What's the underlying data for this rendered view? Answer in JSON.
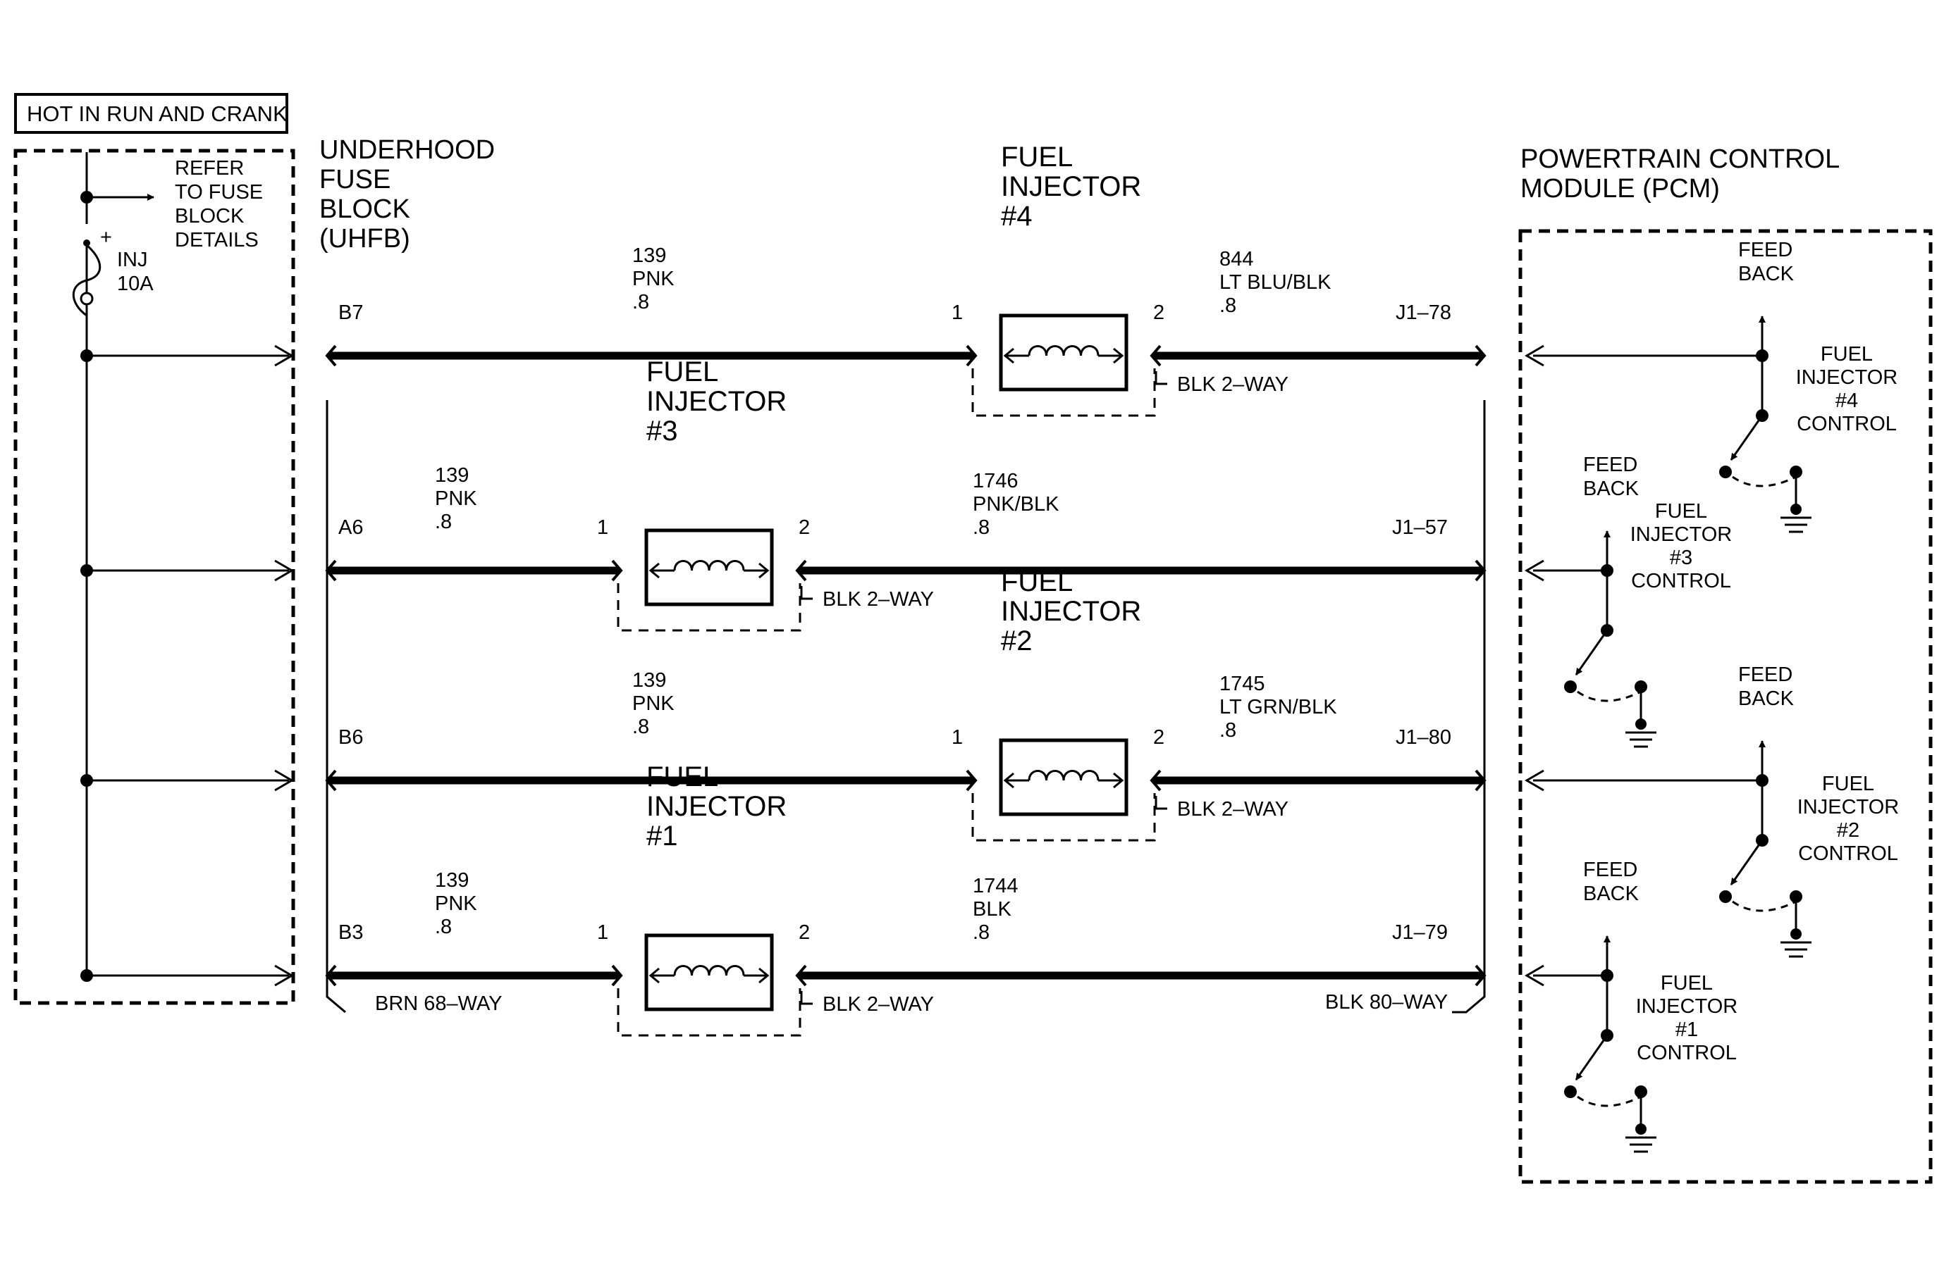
{
  "power_label": "HOT IN RUN AND CRANK",
  "fuse": {
    "refer_lines": [
      "REFER",
      "TO FUSE",
      "BLOCK",
      "DETAILS"
    ],
    "plus": "+",
    "name": "INJ",
    "rating": "10A"
  },
  "uhfb_lines": [
    "UNDERHOOD",
    "FUSE",
    "BLOCK",
    "(UHFB)"
  ],
  "pcm_lines": [
    "POWERTRAIN CONTROL",
    "MODULE (PCM)"
  ],
  "injector_title": [
    "FUEL",
    "INJECTOR"
  ],
  "connector_labels": {
    "injector": "BLK 2–WAY",
    "uhfb": "BRN 68–WAY",
    "pcm": "BLK 80–WAY"
  },
  "circuits": [
    {
      "injector_no": "#4",
      "uhfb_pin": "B7",
      "feed_wire": [
        "139",
        "PNK",
        ".8"
      ],
      "pin_in": "1",
      "pin_out": "2",
      "ctrl_wire": [
        "844",
        "LT BLU/BLK",
        ".8"
      ],
      "pcm_pin": "J1–78",
      "pcm_feedback": [
        "FEED",
        "BACK"
      ],
      "pcm_control": [
        "FUEL",
        "INJECTOR",
        "#4",
        "CONTROL"
      ]
    },
    {
      "injector_no": "#3",
      "uhfb_pin": "A6",
      "feed_wire": [
        "139",
        "PNK",
        ".8"
      ],
      "pin_in": "1",
      "pin_out": "2",
      "ctrl_wire": [
        "1746",
        "PNK/BLK",
        ".8"
      ],
      "pcm_pin": "J1–57",
      "pcm_feedback": [
        "FEED",
        "BACK"
      ],
      "pcm_control": [
        "FUEL",
        "INJECTOR",
        "#3",
        "CONTROL"
      ]
    },
    {
      "injector_no": "#2",
      "uhfb_pin": "B6",
      "feed_wire": [
        "139",
        "PNK",
        ".8"
      ],
      "pin_in": "1",
      "pin_out": "2",
      "ctrl_wire": [
        "1745",
        "LT GRN/BLK",
        ".8"
      ],
      "pcm_pin": "J1–80",
      "pcm_feedback": [
        "FEED",
        "BACK"
      ],
      "pcm_control": [
        "FUEL",
        "INJECTOR",
        "#2",
        "CONTROL"
      ]
    },
    {
      "injector_no": "#1",
      "uhfb_pin": "B3",
      "feed_wire": [
        "139",
        "PNK",
        ".8"
      ],
      "pin_in": "1",
      "pin_out": "2",
      "ctrl_wire": [
        "1744",
        "BLK",
        ".8"
      ],
      "pcm_pin": "J1–79",
      "pcm_feedback": [
        "FEED",
        "BACK"
      ],
      "pcm_control": [
        "FUEL",
        "INJECTOR",
        "#1",
        "CONTROL"
      ]
    }
  ]
}
